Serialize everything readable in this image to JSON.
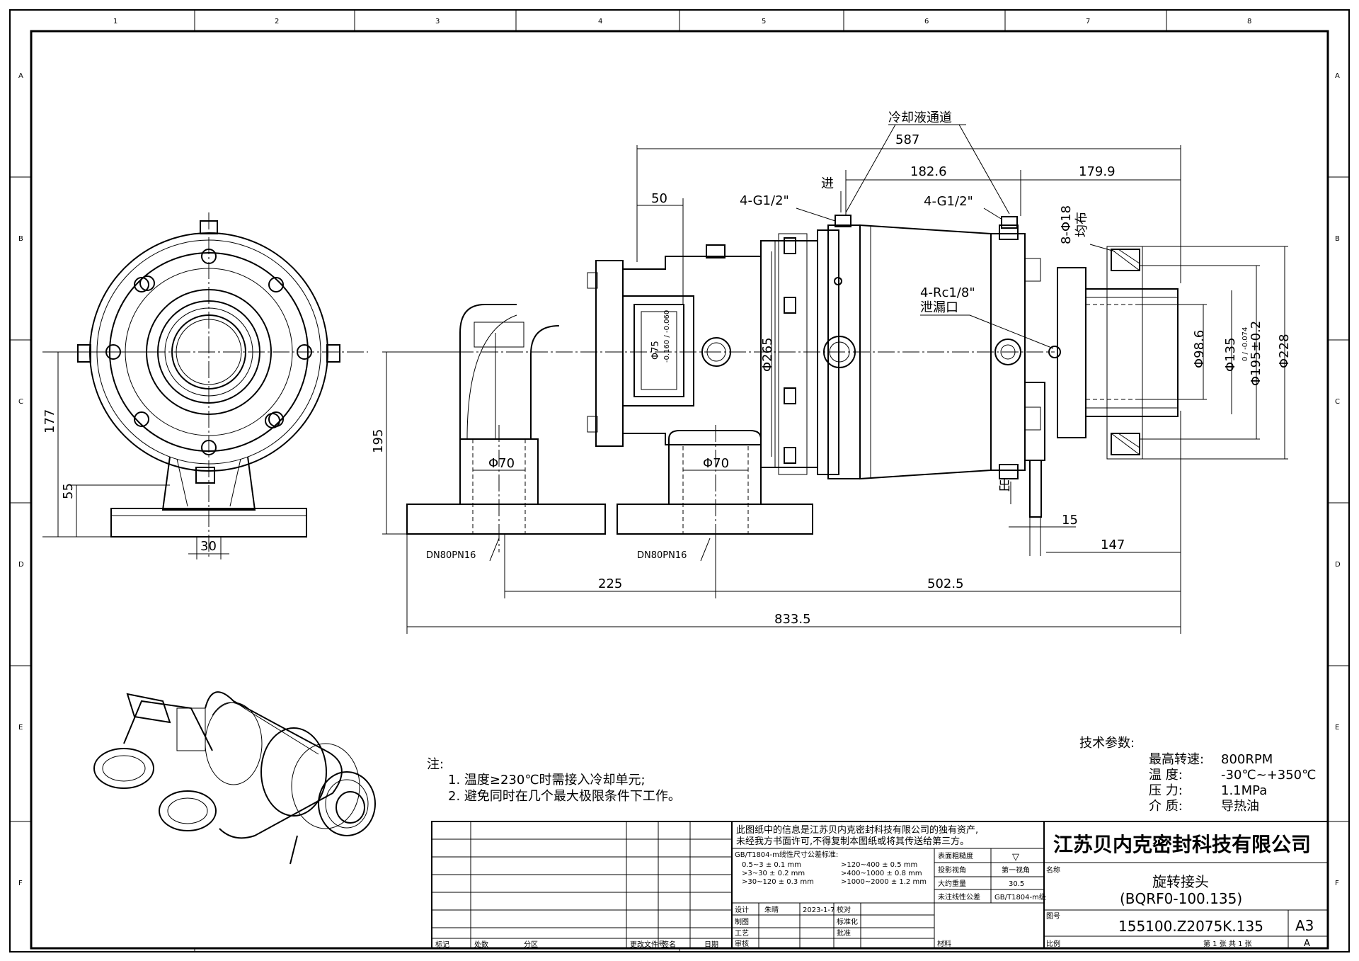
{
  "border": {
    "col_labels": [
      "1",
      "2",
      "3",
      "4",
      "5",
      "6",
      "7",
      "8"
    ],
    "row_labels": [
      "A",
      "B",
      "C",
      "D",
      "E",
      "F"
    ]
  },
  "callouts": {
    "coolant_channel": "冷却液通道",
    "port_in_left": "4-G1/2\"",
    "port_in_right": "4-G1/2\"",
    "inlet": "进",
    "outlet": "出",
    "leak_port_size": "4-Rc1/8\"",
    "leak_port": "泄漏口",
    "bolt_holes": "8-Φ18",
    "bolt_holes_note": "均布",
    "flange_left": "DN80PN16",
    "flange_right": "DN80PN16"
  },
  "dimensions": {
    "d587": "587",
    "d182_6": "182.6",
    "d179_9": "179.9",
    "d50": "50",
    "d265": "Φ265",
    "d75": "Φ75",
    "d75_tol": "-0.160 / -0.060",
    "d70a": "Φ70",
    "d70b": "Φ70",
    "d195": "195",
    "d225": "225",
    "d502_5": "502.5",
    "d833_5": "833.5",
    "d15": "15",
    "d147": "147",
    "d98_6": "Φ98.6",
    "d135": "Φ135",
    "d135_tol": "0 / -0.074",
    "d195_02": "Φ195±0.2",
    "d228": "Φ228",
    "d177": "177",
    "d55": "55",
    "d30": "30"
  },
  "notes": {
    "title": "注:",
    "items": [
      "1. 温度≥230℃时需接入冷却单元;",
      "2. 避免同时在几个最大极限条件下工作。"
    ]
  },
  "tech_params": {
    "title": "技术参数:",
    "rows": [
      {
        "k": "最高转速:",
        "v": "800RPM"
      },
      {
        "k": "温    度:",
        "v": "-30℃~+350℃"
      },
      {
        "k": "压    力:",
        "v": "1.1MPa"
      },
      {
        "k": "介    质:",
        "v": "导热油"
      }
    ]
  },
  "title_block": {
    "confidential_1": "此图纸中的信息是江苏贝内克密封科技有限公司的独有资产,",
    "confidential_2": "未经我方书面许可,不得复制本图纸或将其传送给第三方。",
    "company": "江苏贝内克密封科技有限公司",
    "drawing_name": "旋转接头",
    "model": "(BQRF0-100.135)",
    "drawing_no": "155100.Z2075K.135",
    "size": "A3",
    "revision": "A",
    "tolerance_title": "GB/T1804-m线性尺寸公差标准:",
    "tol_left": [
      "0.5~3    ± 0.1 mm",
      ">3~30    ± 0.2 mm",
      ">30~120  ± 0.3 mm"
    ],
    "tol_right": [
      ">120~400   ± 0.5 mm",
      ">400~1000  ± 0.8 mm",
      ">1000~2000 ± 1.2 mm"
    ],
    "surface_label": "表面粗糙度",
    "projection_label": "投影视角",
    "projection_value": "第一视角",
    "weight_label": "大约重量",
    "weight_value": "30.5",
    "general_tol_label": "未注线性公差",
    "general_tol_value": "GB/T1804-m级",
    "design": "设计",
    "designer": "朱晴",
    "design_date": "2023-1-7",
    "check": "校对",
    "draw": "制图",
    "standardize": "标准化",
    "review": "审核",
    "approve": "批准",
    "process": "工艺",
    "material_label": "材料",
    "name_label": "名称",
    "number_label": "图号",
    "scale_label": "比例",
    "sheet_label": "第 1 张 共 1 张",
    "rev_cols": [
      "标记",
      "处数",
      "分区",
      "更改文件号",
      "签名",
      "日期"
    ]
  }
}
